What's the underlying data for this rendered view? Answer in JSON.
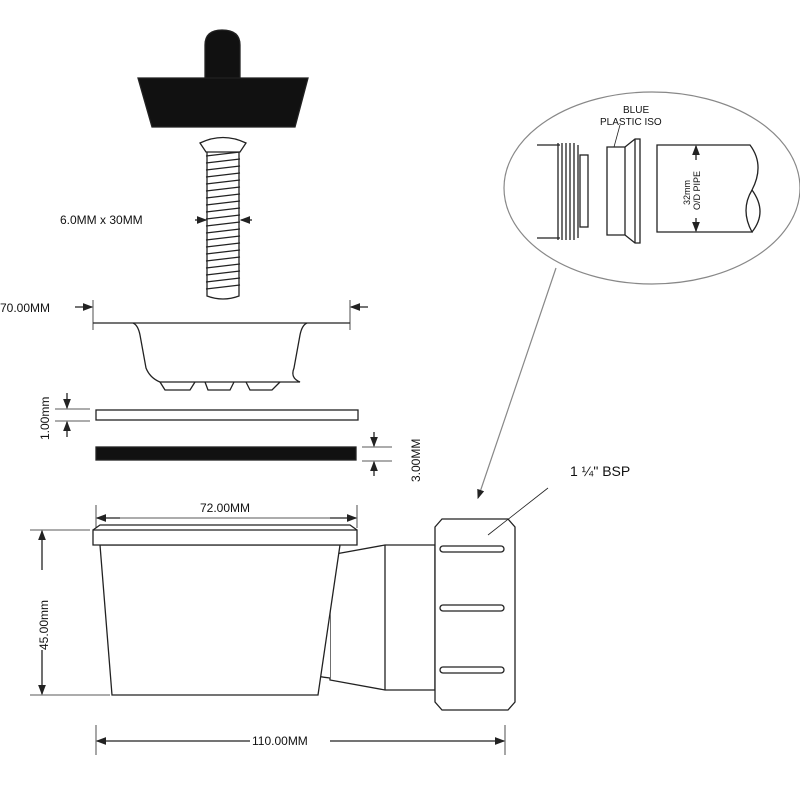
{
  "labels": {
    "screw": "6.0MM x 30MM",
    "strainer_width": "70.00MM",
    "washer_thickness": "1.00mm",
    "gasket_thickness": "3.00MM",
    "flange_width": "72.00MM",
    "body_height": "45.00mm",
    "overall_length": "110.00MM",
    "thread": "1 ¼\" BSP",
    "iso_line1": "BLUE",
    "iso_line2": "PLASTIC ISO",
    "pipe_line1": "32mm",
    "pipe_line2": "O/D PIPE"
  },
  "colors": {
    "stroke": "#222222",
    "fill_dark": "#111111",
    "fill_light": "#ffffff"
  }
}
